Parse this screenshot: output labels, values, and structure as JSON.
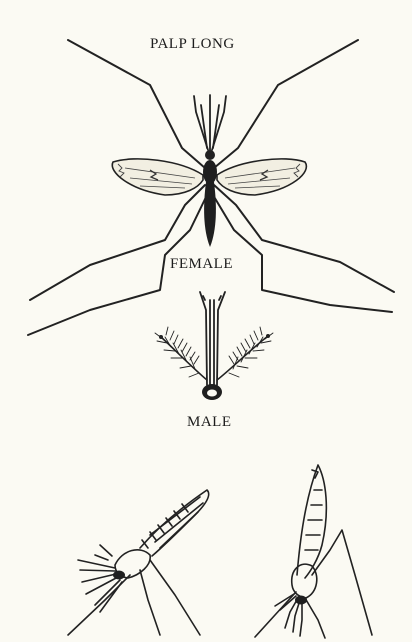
{
  "labels": {
    "palp_long": "PALP LONG",
    "female": "FEMALE",
    "male": "MALE"
  },
  "colors": {
    "paper": "#fbfaf3",
    "ink": "#222222"
  }
}
